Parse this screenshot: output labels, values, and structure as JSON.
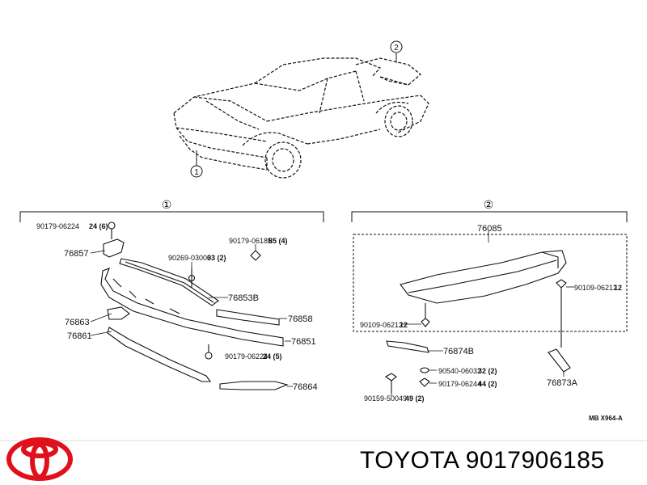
{
  "callouts": {
    "one": "①",
    "two": "②"
  },
  "parts": {
    "p90179_06224_top": "90179-06224",
    "p90179_06224_top_q": "24 (6)",
    "p76857": "76857",
    "p90269_03003": "90269-03003",
    "p90269_03003_q": "03 (2)",
    "p90179_06185": "90179-06185",
    "p90179_06185_q": "85 (4)",
    "p76853B": "76853B",
    "p76858": "76858",
    "p76863": "76863",
    "p76861": "76861",
    "p76851": "76851",
    "p90179_06224_bot": "90179-06224",
    "p90179_06224_bot_q": "24 (5)",
    "p76864": "76864",
    "p76085": "76085",
    "p90109_06212_r": "90109-06212",
    "p90109_06212_r_q": "12",
    "p90109_06212_l": "90109-06212",
    "p90109_06212_l_q": "12",
    "p76874B": "76874B",
    "p90540_06032": "90540-06032",
    "p90540_06032_q": "32 (2)",
    "p90179_06244": "90179-06244",
    "p90179_06244_q": "44 (2)",
    "p90159_50049": "90159-50049",
    "p90159_50049_q": "49 (2)",
    "p76873A": "76873A"
  },
  "drawing_code": "MB X964-A",
  "footer": {
    "brand_part": "TOYOTA 9017906185"
  },
  "colors": {
    "logo": "#e0101c",
    "line": "#111111"
  }
}
